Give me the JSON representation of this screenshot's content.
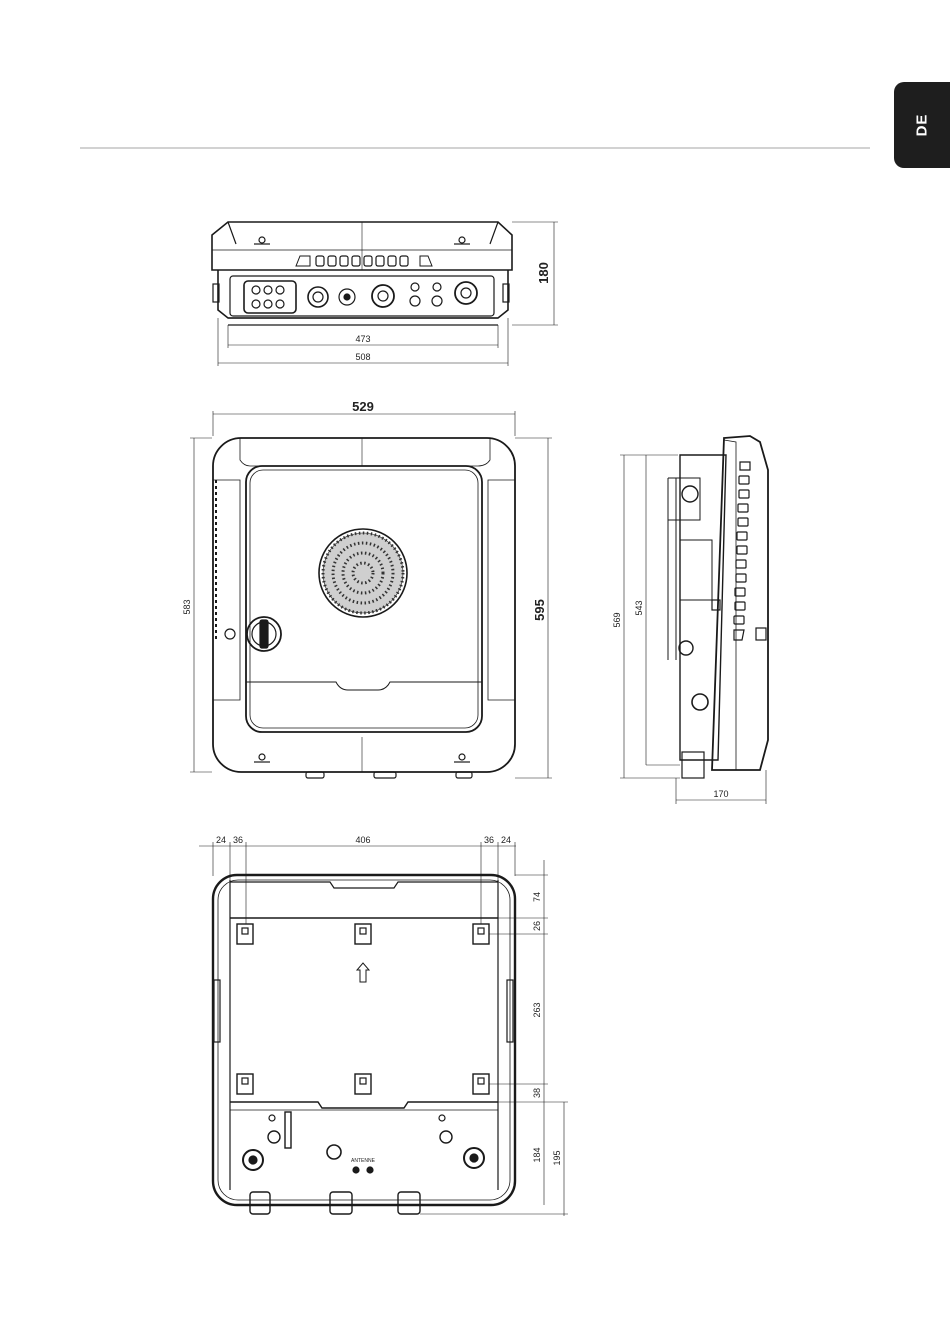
{
  "language_tab": "DE",
  "colors": {
    "line": "#1a1a1a",
    "tab": "#1e1e1e",
    "rule": "#d2d2d2"
  },
  "top_view": {
    "dims": {
      "inner_width": "473",
      "outer_width": "508",
      "height": "180"
    },
    "labels": {
      "port_a": "",
      "port_b": ""
    }
  },
  "front_view": {
    "dims": {
      "width": "529",
      "height_left": "583",
      "height_right": "595"
    }
  },
  "side_view": {
    "dims": {
      "height_outer": "569",
      "height_inner": "543",
      "depth": "170"
    }
  },
  "back_view": {
    "dims": {
      "left_a": "24",
      "left_b": "36",
      "middle": "406",
      "right_b": "36",
      "right_a": "24",
      "v_top": "74",
      "v_bracket": "26",
      "v_span": "263",
      "v_low": "38",
      "v_bottom": "184",
      "v_total": "195"
    },
    "label_antenna": "ANTENNE"
  }
}
